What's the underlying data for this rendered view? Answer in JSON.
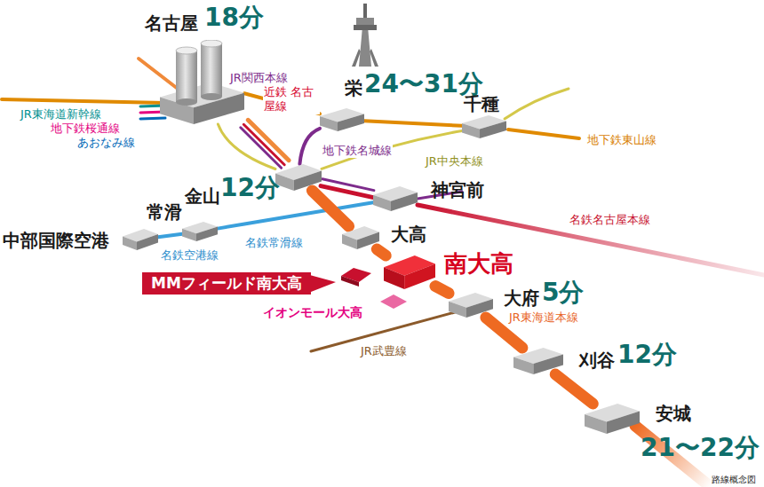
{
  "diagram": {
    "nodes": [
      {
        "text": [
          "名古屋",
          "18分"
        ]
      },
      {
        "text": [
          "栄",
          "24〜31分"
        ]
      },
      {
        "text": [
          "千種"
        ]
      },
      {
        "text": [
          "金山",
          "12分"
        ]
      },
      {
        "text": [
          "神宮前"
        ]
      },
      {
        "text": [
          "常滑"
        ]
      },
      {
        "text": [
          "中部国際空港"
        ]
      },
      {
        "text": [
          "大高"
        ]
      },
      {
        "text": [
          "南大高"
        ]
      },
      {
        "text": [
          "MMフィールド南大高"
        ]
      },
      {
        "text": [
          "イオンモール大高"
        ]
      },
      {
        "text": [
          "大府",
          "5分"
        ]
      },
      {
        "text": [
          "刈谷",
          "12分"
        ]
      },
      {
        "text": [
          "安城",
          "21〜22分"
        ]
      }
    ],
    "edges": [
      {
        "from": 0,
        "to": 3,
        "arrow": "none"
      },
      {
        "from": 0,
        "to": 3,
        "arrow": "none"
      },
      {
        "from": 0,
        "to": 3,
        "arrow": "none"
      },
      {
        "from": 0,
        "to": 3,
        "arrow": "none"
      },
      {
        "from": 0,
        "to": 1,
        "arrow": "none"
      },
      {
        "from": 1,
        "to": 2,
        "arrow": "none"
      },
      {
        "from": 3,
        "to": 1,
        "arrow": "none"
      },
      {
        "from": 3,
        "to": 2,
        "arrow": "none"
      },
      {
        "from": 3,
        "to": 4,
        "arrow": "none"
      },
      {
        "from": 3,
        "to": 4,
        "arrow": "none"
      },
      {
        "from": 4,
        "to": 5,
        "arrow": "none"
      },
      {
        "from": 5,
        "to": 6,
        "arrow": "none"
      },
      {
        "from": 3,
        "to": 7,
        "arrow": "none"
      },
      {
        "from": 7,
        "to": 8,
        "arrow": "none"
      },
      {
        "from": 8,
        "to": 11,
        "arrow": "none"
      },
      {
        "from": 11,
        "to": 12,
        "arrow": "none"
      },
      {
        "from": 12,
        "to": 13,
        "arrow": "none"
      }
    ],
    "labels": [
      "JR関西本線",
      "近鉄 名古屋線",
      "JR東海道新幹線",
      "地下鉄桜通線",
      "あおなみ線",
      "地下鉄名城線",
      "JR中央本線",
      "地下鉄東山線",
      "名鉄名古屋本線",
      "名鉄常滑線",
      "名鉄空港線",
      "JR東海道本線",
      "JR武豊線",
      "路線概念図"
    ]
  }
}
